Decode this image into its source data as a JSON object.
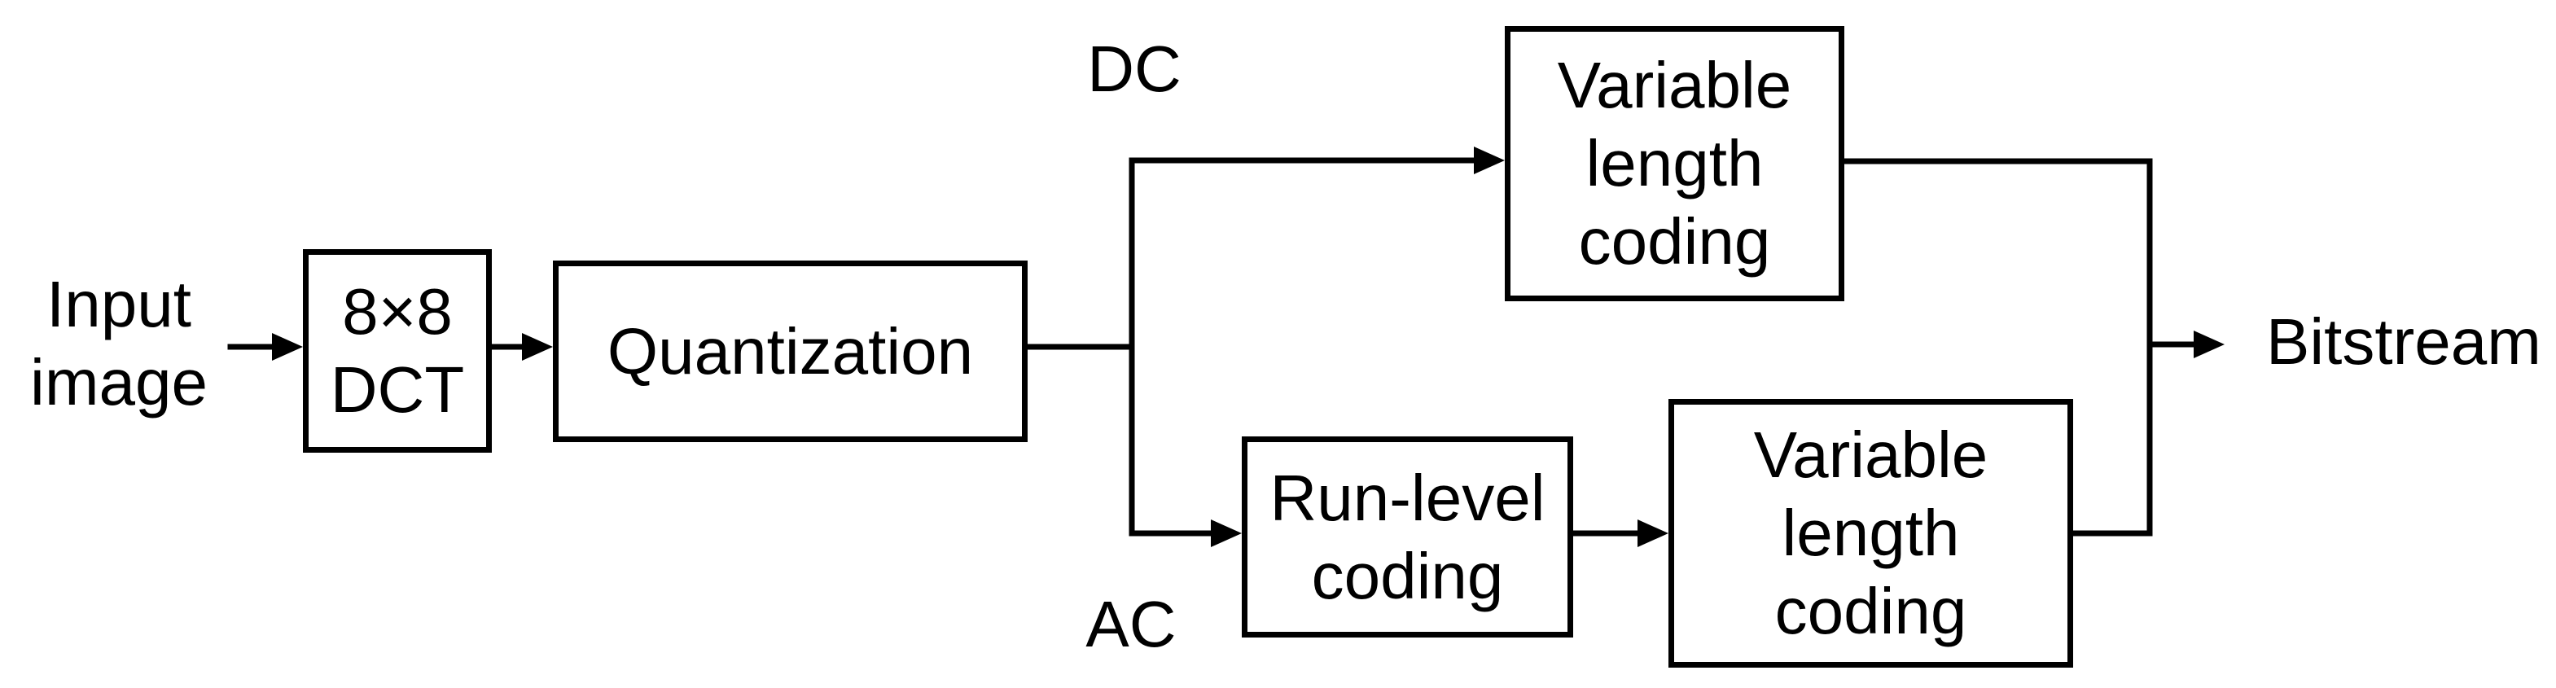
{
  "diagram": {
    "colors": {
      "line": "#000000",
      "background": "#ffffff",
      "text": "#000000"
    },
    "source_label": {
      "line1": "Input",
      "line2": "image"
    },
    "blocks": {
      "dct": {
        "line1": "8×8",
        "line2": "DCT"
      },
      "quantization": {
        "line1": "Quantization"
      },
      "vlc_dc": {
        "line1": "Variable",
        "line2": "length",
        "line3": "coding"
      },
      "run_level": {
        "line1": "Run-level",
        "line2": "coding"
      },
      "vlc_ac": {
        "line1": "Variable",
        "line2": "length",
        "line3": "coding"
      }
    },
    "branch_labels": {
      "dc": "DC",
      "ac": "AC"
    },
    "sink_label": "Bitstream"
  }
}
